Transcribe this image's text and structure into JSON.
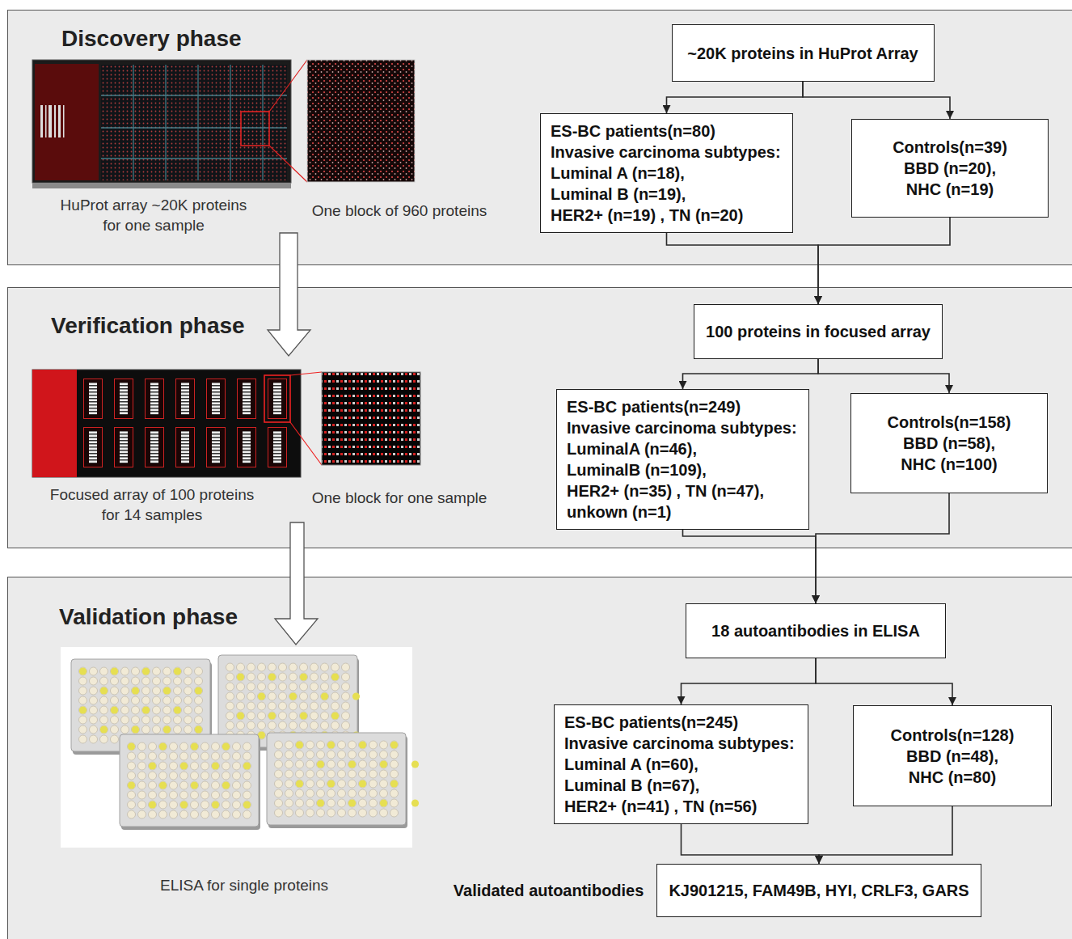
{
  "diagram": {
    "nodes": [
      {
        "text": [
          "Discovery phase"
        ]
      },
      {
        "text": [
          "~20K proteins in HuProt Array"
        ],
        "in": 0
      },
      {
        "text": [
          "ES-BC patients(n=80)",
          "Invasive carcinoma subtypes:",
          "Luminal A (n=18),",
          "Luminal B (n=19),",
          "HER2+ (n=19) , TN (n=20)"
        ],
        "in": 0
      },
      {
        "text": [
          "Controls(n=39)",
          "BBD (n=20),",
          "NHC (n=19)"
        ],
        "in": 0
      },
      {
        "text": [
          "Verification phase"
        ]
      },
      {
        "text": [
          "100 proteins in focused array"
        ],
        "in": 4
      },
      {
        "text": [
          "ES-BC patients(n=249)",
          "Invasive carcinoma subtypes:",
          "LuminalA (n=46),",
          "LuminalB (n=109),",
          "HER2+ (n=35) , TN (n=47),",
          "unkown (n=1)"
        ],
        "in": 4
      },
      {
        "text": [
          "Controls(n=158)",
          "BBD (n=58),",
          "NHC (n=100)"
        ],
        "in": 4
      },
      {
        "text": [
          "Validation phase"
        ]
      },
      {
        "text": [
          "18 autoantibodies in ELISA"
        ],
        "in": 8
      },
      {
        "text": [
          "ES-BC patients(n=245)",
          "Invasive carcinoma subtypes:",
          "Luminal A (n=60),",
          "Luminal B (n=67),",
          "HER2+ (n=41) , TN (n=56)"
        ],
        "in": 8
      },
      {
        "text": [
          "Controls(n=128)",
          "BBD (n=48),",
          "NHC (n=80)"
        ],
        "in": 8
      },
      {
        "text": [
          "Validated autoantibodies",
          "KJ901215, FAM49B, HYI, CRLF3, GARS"
        ],
        "in": 8
      }
    ],
    "edges": [
      {
        "from": 1,
        "to": 2,
        "arrow": "to"
      },
      {
        "from": 1,
        "to": 3,
        "arrow": "to"
      },
      {
        "from": 2,
        "to": 5,
        "arrow": "to"
      },
      {
        "from": 3,
        "to": 5,
        "arrow": "to"
      },
      {
        "from": 5,
        "to": 6,
        "arrow": "to"
      },
      {
        "from": 5,
        "to": 7,
        "arrow": "to"
      },
      {
        "from": 6,
        "to": 9,
        "arrow": "to"
      },
      {
        "from": 7,
        "to": 9,
        "arrow": "to"
      },
      {
        "from": 9,
        "to": 10,
        "arrow": "to"
      },
      {
        "from": 9,
        "to": 11,
        "arrow": "to"
      },
      {
        "from": 10,
        "to": 12,
        "arrow": "to"
      },
      {
        "from": 11,
        "to": 12,
        "arrow": "to"
      }
    ],
    "labels": [
      "HuProt array ~20K proteins for one sample",
      "One block of 960 proteins",
      "Focused array of 100 proteins for 14 samples",
      "One block for one sample",
      "ELISA for single proteins"
    ]
  }
}
